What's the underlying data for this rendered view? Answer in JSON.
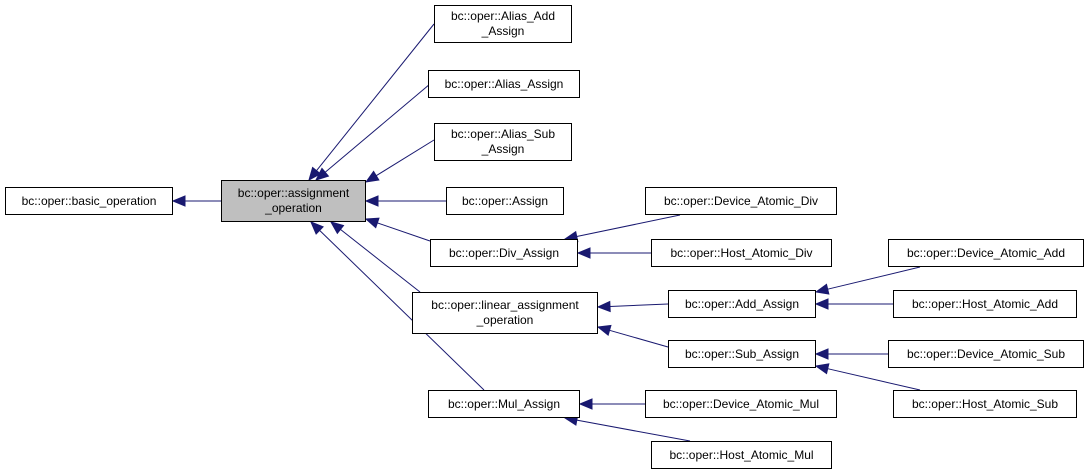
{
  "diagram": {
    "edge_color": "#191970",
    "focus_fill": "#bfbfbf",
    "nodes": [
      {
        "id": "basic",
        "label": "bc::oper::basic_operation"
      },
      {
        "id": "assign_op",
        "label": "bc::oper::assignment\n_operation",
        "focus": true
      },
      {
        "id": "alias_add",
        "label": "bc::oper::Alias_Add\n_Assign"
      },
      {
        "id": "alias_assign",
        "label": "bc::oper::Alias_Assign"
      },
      {
        "id": "alias_sub",
        "label": "bc::oper::Alias_Sub\n_Assign"
      },
      {
        "id": "assign",
        "label": "bc::oper::Assign"
      },
      {
        "id": "div_assign",
        "label": "bc::oper::Div_Assign"
      },
      {
        "id": "linear",
        "label": "bc::oper::linear_assignment\n_operation"
      },
      {
        "id": "mul_assign",
        "label": "bc::oper::Mul_Assign"
      },
      {
        "id": "dev_div",
        "label": "bc::oper::Device_Atomic_Div"
      },
      {
        "id": "host_div",
        "label": "bc::oper::Host_Atomic_Div"
      },
      {
        "id": "add_assign",
        "label": "bc::oper::Add_Assign"
      },
      {
        "id": "sub_assign",
        "label": "bc::oper::Sub_Assign"
      },
      {
        "id": "dev_mul",
        "label": "bc::oper::Device_Atomic_Mul"
      },
      {
        "id": "host_mul",
        "label": "bc::oper::Host_Atomic_Mul"
      },
      {
        "id": "dev_add",
        "label": "bc::oper::Device_Atomic_Add"
      },
      {
        "id": "host_add",
        "label": "bc::oper::Host_Atomic_Add"
      },
      {
        "id": "dev_sub",
        "label": "bc::oper::Device_Atomic_Sub"
      },
      {
        "id": "host_sub",
        "label": "bc::oper::Host_Atomic_Sub"
      }
    ],
    "edges": [
      {
        "from": "assign_op",
        "to": "basic"
      },
      {
        "from": "alias_add",
        "to": "assign_op"
      },
      {
        "from": "alias_assign",
        "to": "assign_op"
      },
      {
        "from": "alias_sub",
        "to": "assign_op"
      },
      {
        "from": "assign",
        "to": "assign_op"
      },
      {
        "from": "div_assign",
        "to": "assign_op"
      },
      {
        "from": "linear",
        "to": "assign_op"
      },
      {
        "from": "mul_assign",
        "to": "assign_op"
      },
      {
        "from": "dev_div",
        "to": "div_assign"
      },
      {
        "from": "host_div",
        "to": "div_assign"
      },
      {
        "from": "add_assign",
        "to": "linear"
      },
      {
        "from": "sub_assign",
        "to": "linear"
      },
      {
        "from": "dev_mul",
        "to": "mul_assign"
      },
      {
        "from": "host_mul",
        "to": "mul_assign"
      },
      {
        "from": "dev_add",
        "to": "add_assign"
      },
      {
        "from": "host_add",
        "to": "add_assign"
      },
      {
        "from": "dev_sub",
        "to": "sub_assign"
      },
      {
        "from": "host_sub",
        "to": "sub_assign"
      }
    ]
  }
}
